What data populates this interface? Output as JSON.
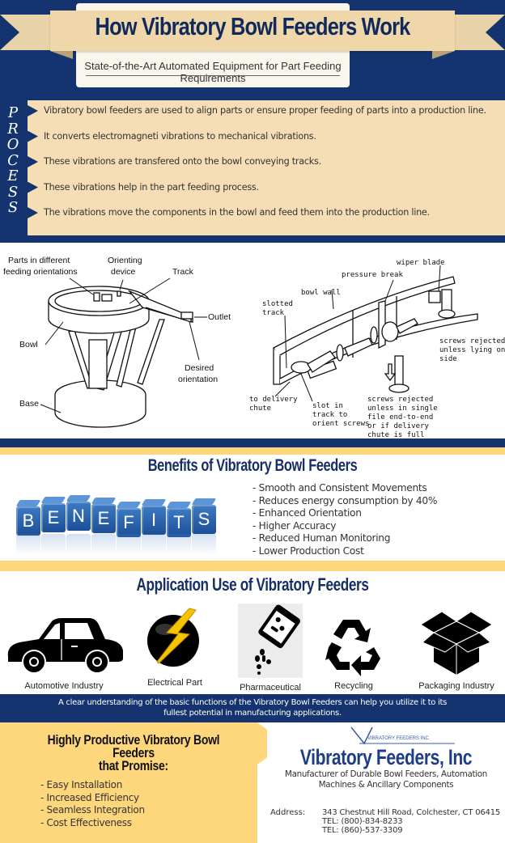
{
  "header": {
    "title": "How Vibratory Bowl Feeders Work",
    "subtitle": "State-of-the-Art Automated Equipment for Part Feeding Requirements"
  },
  "process": {
    "label_letters": [
      "P",
      "R",
      "O",
      "C",
      "E",
      "S",
      "S"
    ],
    "items": [
      "Vibratory bowl feeders are used to align parts or ensure proper feeding of parts into a production line.",
      "It converts electromagneti vibrations to mechanical vibrations.",
      "These vibrations are transfered onto the bowl conveying tracks.",
      "These vibrations help in the part feeding process.",
      "The vibrations move the components in the bowl and feed them into the production line."
    ]
  },
  "diagram_left": {
    "labels": {
      "parts_1": "Parts in different",
      "parts_2": "feeding orientations",
      "orienting_1": "Orienting",
      "orienting_2": "device",
      "track": "Track",
      "outlet": "Outlet",
      "bowl": "Bowl",
      "desired_1": "Desired",
      "desired_2": "orientation",
      "base": "Base"
    }
  },
  "diagram_right": {
    "labels": {
      "wiper": "wiper blade",
      "pressure": "pressure break",
      "bowl_wall": "bowl wall",
      "slotted_1": "slotted",
      "slotted_2": "track",
      "rej_side_1": "screws rejected",
      "rej_side_2": "unless lying on",
      "rej_side_3": "side",
      "delivery_1": "to delivery",
      "delivery_2": "chute",
      "slot_1": "slot in",
      "slot_2": "track to",
      "slot_3": "orient screws",
      "rej_single_1": "screws rejected",
      "rej_single_2": "unless in single",
      "rej_single_3": "file end-to-end",
      "rej_single_4": "or if delivery",
      "rej_single_5": "chute is full"
    }
  },
  "benefits": {
    "title": "Benefits of Vibratory Bowl Feeders",
    "cube_letters": [
      "B",
      "E",
      "N",
      "E",
      "F",
      "I",
      "T",
      "S"
    ],
    "items": [
      "- Smooth and Consistent Movements",
      "- Reduces energy consumption by 40%",
      "- Enhanced Orientation",
      "- Higher Accuracy",
      "- Reduced Human Monitoring",
      "- Lower Production Cost"
    ]
  },
  "applications": {
    "title": "Application Use of Vibratory Feeders",
    "items": [
      {
        "label": "Automotive Industry",
        "icon": "car-icon"
      },
      {
        "label": "Electrical Part",
        "icon": "lightning-icon"
      },
      {
        "label": "Pharmaceutical",
        "icon": "pill-bottle-icon"
      },
      {
        "label": "Recycling",
        "icon": "recycle-icon"
      },
      {
        "label": "Packaging Industry",
        "icon": "box-icon"
      }
    ]
  },
  "note": {
    "line1": "A clear understanding of the basic functions of the Vibratory Bowl Feeders can help you utilize it to its",
    "line2": "fullest potential in manufacturing applications."
  },
  "promise": {
    "title_line1": "Highly Productive Vibratory Bowl Feeders",
    "title_line2": "that Promise:",
    "items": [
      "- Easy Installation",
      "- Increased Efficiency",
      "- Seamless Integration",
      "- Cost Effectiveness"
    ]
  },
  "company": {
    "logo_text": "VIBRATORY FEEDERS INC",
    "name": "Vibratory Feeders, Inc",
    "desc_line1": "Manufacturer of Durable Bowl Feeders, Automation",
    "desc_line2": "Machines & Ancillary Components",
    "address_label": "Address:",
    "address": "343 Chestnut Hill Road, Colchester, CT 06415",
    "tel1": "TEL: (800)-834-8233",
    "tel2": "TEL: (860)-537-3309"
  },
  "colors": {
    "navy": "#15336e",
    "tan": "#f5deb5",
    "yellow": "#fed77d",
    "title_blue": "#172f63"
  }
}
